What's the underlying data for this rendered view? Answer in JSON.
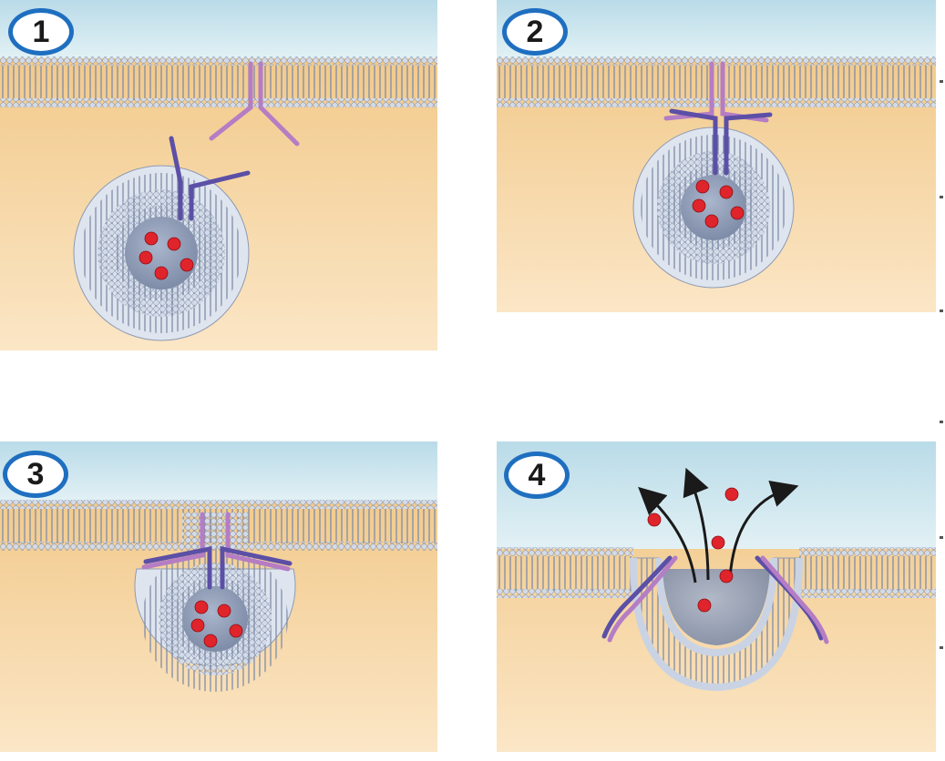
{
  "panels": [
    {
      "label": "1"
    },
    {
      "label": "2"
    },
    {
      "label": "3"
    },
    {
      "label": "4"
    }
  ],
  "colors": {
    "extracellular": "#cfe8f0",
    "cytoplasm": "#f1c98a",
    "membrane_head": "#c9d3e3",
    "membrane_tail": "#8593ad",
    "cargo": "#e0242b",
    "vesicle_protein": "#5b4fa6",
    "membrane_protein": "#b57dc4",
    "badge_ring": "#1f6fc0",
    "arrow": "#1a1a1a"
  }
}
